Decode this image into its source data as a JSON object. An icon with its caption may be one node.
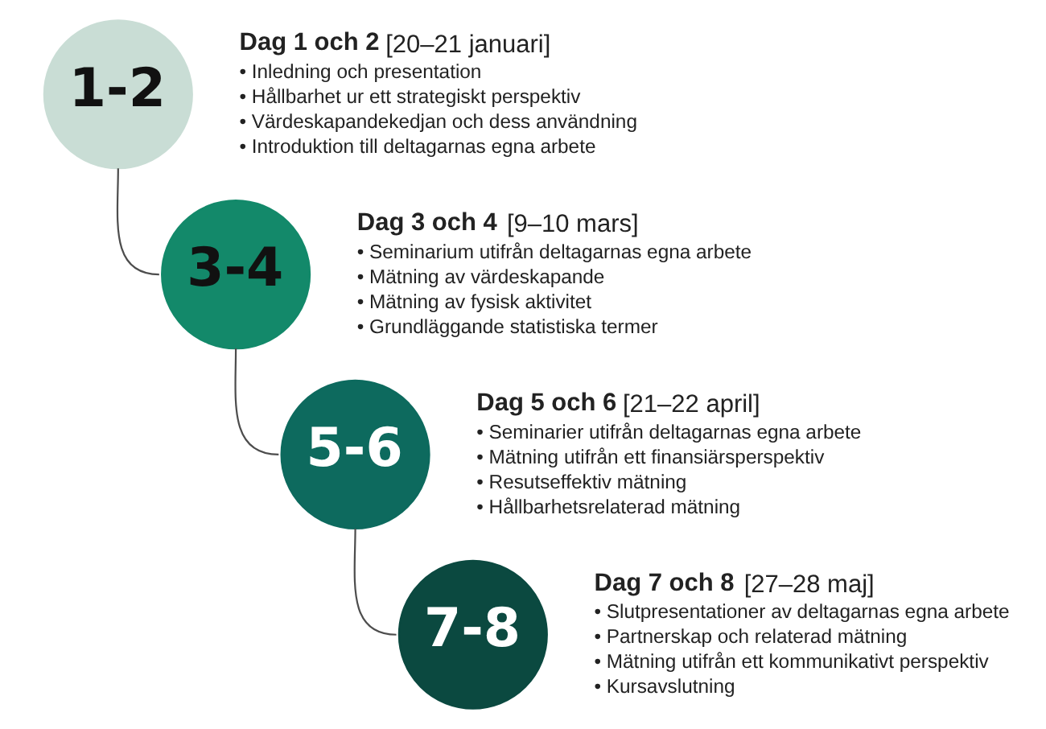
{
  "diagram": {
    "nodes": [
      {
        "text": [
          "1-2"
        ],
        "beside": [
          "Dag 1 och 2",
          "[20–21 januari]",
          "• Inledning och presentation",
          "• Hållbarhet ur ett strategiskt perspektiv",
          "• Värdeskapandekedjan och dess användning",
          "• Introduktion till deltagarnas egna arbete"
        ]
      },
      {
        "text": [
          "3-4"
        ],
        "beside": [
          "Dag 3 och 4",
          "[9–10 mars]",
          "• Seminarium utifrån deltagarnas egna arbete",
          "• Mätning av värdeskapande",
          "• Mätning av fysisk aktivitet",
          "• Grundläggande statistiska termer"
        ]
      },
      {
        "text": [
          "5-6"
        ],
        "beside": [
          "Dag 5 och 6",
          "[21–22 april]",
          "• Seminarier utifrån deltagarnas egna arbete",
          "• Mätning utifrån ett finansiärsperspektiv",
          "• Resutseffektiv mätning",
          "• Hållbarhetsrelaterad mätning"
        ]
      },
      {
        "text": [
          "7-8"
        ],
        "beside": [
          "Dag 7 och 8",
          "[27–28 maj]",
          "• Slutpresentationer av deltagarnas egna arbete",
          "• Partnerskap och relaterad mätning",
          "• Mätning utifrån ett kommunikativt perspektiv",
          "• Kursavslutning"
        ]
      }
    ],
    "edges": [
      {
        "from": 0,
        "to": 1,
        "arrow": "none"
      },
      {
        "from": 1,
        "to": 2,
        "arrow": "none"
      },
      {
        "from": 2,
        "to": 3,
        "arrow": "none"
      }
    ]
  }
}
